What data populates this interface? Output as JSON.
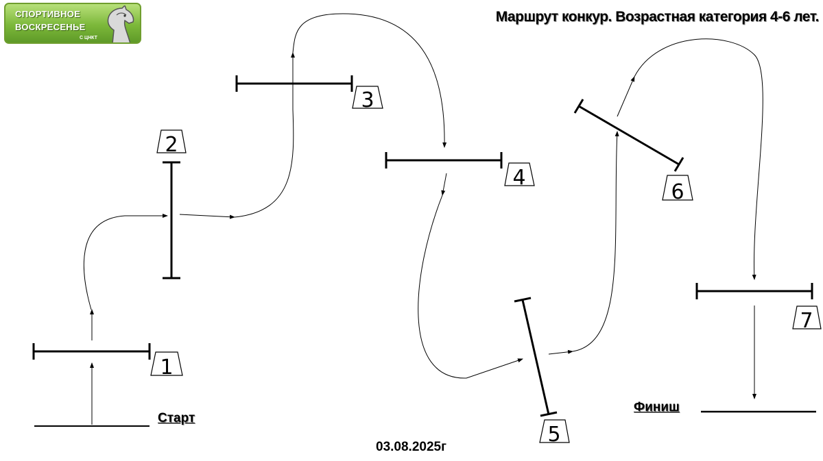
{
  "logo": {
    "line1": "СПОРТИВНОЕ",
    "line2": "ВОСКРЕСЕНЬЕ",
    "line3": "С ЦНКТ",
    "icon": "horse-head-icon"
  },
  "title": "Маршрут конкур. Возрастная категория 4-6 лет.",
  "start_label": "Старт",
  "finish_label": "Финиш",
  "date": "03.08.2025г",
  "obstacles": [
    {
      "number": "1"
    },
    {
      "number": "2"
    },
    {
      "number": "3"
    },
    {
      "number": "4"
    },
    {
      "number": "5"
    },
    {
      "number": "6"
    },
    {
      "number": "7"
    }
  ]
}
